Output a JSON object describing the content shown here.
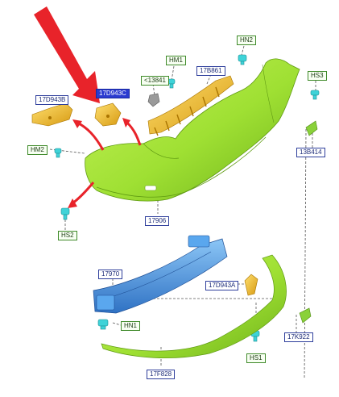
{
  "colors": {
    "bumper_fill": "#9fe033",
    "bumper_shade": "#74b81c",
    "bracket_fill": "#f2c12e",
    "bracket_shade": "#c98f12",
    "beam_fill": "#5aa7ee",
    "beam_shade": "#2f72c4",
    "fastener": "#3fd3d8",
    "arrow_red": "#e8232a",
    "label_blue": "#2f3f9c",
    "label_selected": "#2b3bd0",
    "label_green": "#3f8a2a"
  },
  "labels": {
    "hn2": "HN2",
    "hm1": "HM1",
    "part_13841": "<13841",
    "part_17b861": "17B861",
    "hs3": "HS3",
    "part_17d943b": "17D943B",
    "part_17d943c": "17D943C",
    "hm2": "HM2",
    "part_13b414": "13B414",
    "hs2": "HS2",
    "part_17906": "17906",
    "part_17970": "17970",
    "part_17d943a": "17D943A",
    "hn1": "HN1",
    "part_17k922": "17K922",
    "hs1": "HS1",
    "part_17f828": "17F828"
  }
}
